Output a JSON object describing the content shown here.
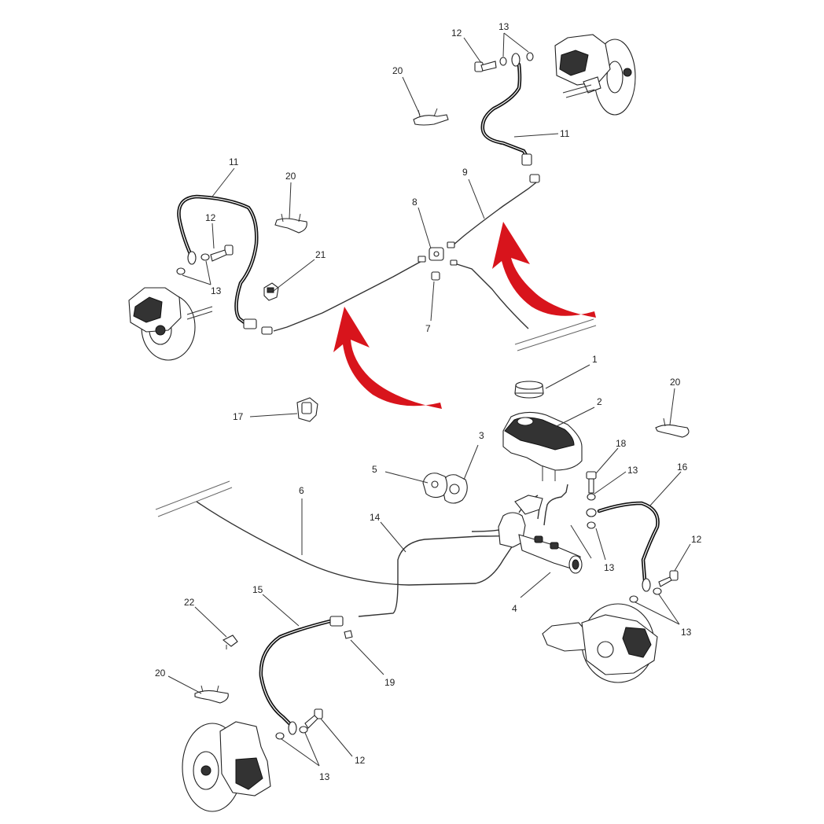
{
  "callouts": {
    "c1": "1",
    "c2": "2",
    "c3": "3",
    "c4": "4",
    "c5": "5",
    "c6": "6",
    "c7": "7",
    "c8": "8",
    "c9": "9",
    "c11a": "11",
    "c11b": "11",
    "c12a": "12",
    "c12b": "12",
    "c12c": "12",
    "c12d": "12",
    "c13a": "13",
    "c13b": "13",
    "c13c": "13",
    "c13d": "13",
    "c13e": "13",
    "c13f": "13",
    "c14": "14",
    "c15": "15",
    "c16": "16",
    "c17": "17",
    "c18": "18",
    "c19": "19",
    "c20a": "20",
    "c20b": "20",
    "c20c": "20",
    "c20d": "20",
    "c21": "21",
    "c22": "22"
  },
  "colors": {
    "arrow": "#d8141c",
    "line": "#333333",
    "background": "#ffffff"
  }
}
